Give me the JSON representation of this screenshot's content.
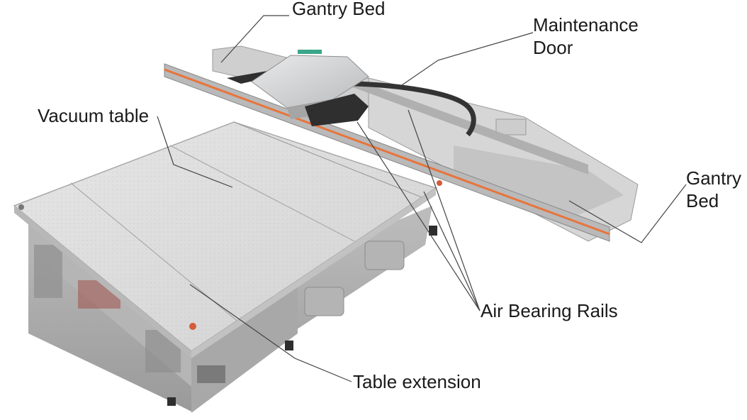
{
  "labels": {
    "gantry_bed_top": "Gantry Bed",
    "maintenance_door_line1": "Maintenance",
    "maintenance_door_line2": "Door",
    "vacuum_table": "Vacuum table",
    "gantry_bed_right_line1": "Gantry",
    "gantry_bed_right_line2": "Bed",
    "air_bearing_rails": "Air Bearing Rails",
    "table_extension": "Table extension"
  },
  "colors": {
    "accent_stripe": "#e8743b",
    "table_surface": "#dcdcdc",
    "machine_body": "#c9c9c9",
    "dark_parts": "#3a3a3a"
  }
}
